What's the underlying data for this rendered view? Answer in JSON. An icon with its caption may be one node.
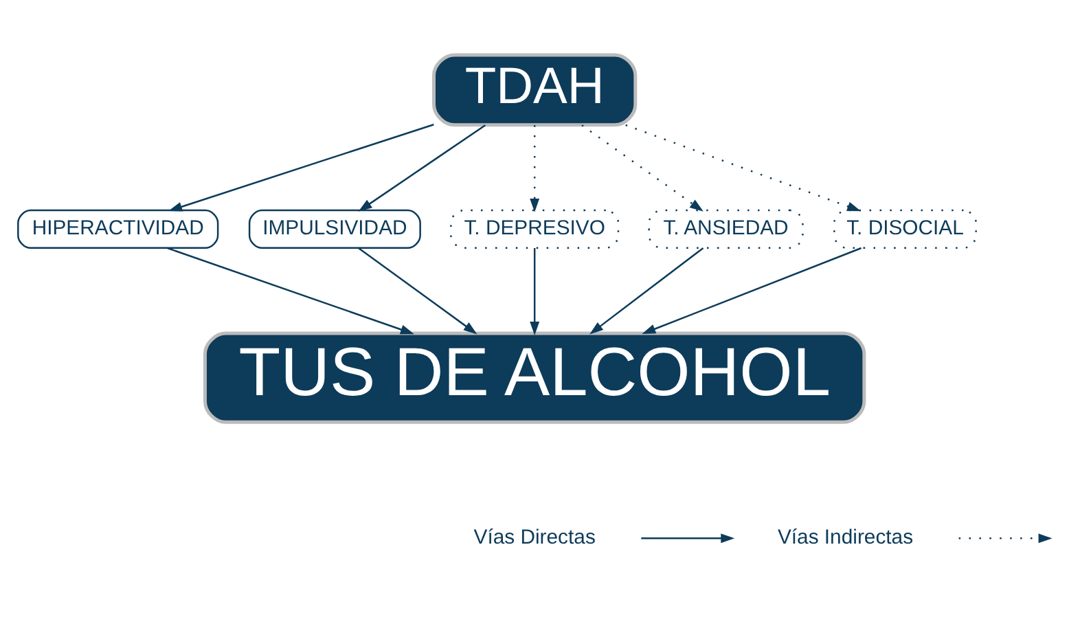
{
  "diagram": {
    "nodes": [
      {
        "text": [
          "TDAH"
        ]
      },
      {
        "text": [
          "HIPERACTIVIDAD"
        ]
      },
      {
        "text": [
          "IMPULSIVIDAD"
        ]
      },
      {
        "text": [
          "T. DEPRESIVO"
        ]
      },
      {
        "text": [
          "T. ANSIEDAD"
        ]
      },
      {
        "text": [
          "T. DISOCIAL"
        ]
      },
      {
        "text": [
          "TUS DE ALCOHOL"
        ]
      }
    ],
    "edges": [
      {
        "from": 0,
        "to": 1,
        "arrow": "to"
      },
      {
        "from": 0,
        "to": 2,
        "arrow": "to"
      },
      {
        "from": 0,
        "to": 3,
        "arrow": "to",
        "style": "dashed"
      },
      {
        "from": 0,
        "to": 4,
        "arrow": "to",
        "style": "dashed"
      },
      {
        "from": 0,
        "to": 5,
        "arrow": "to",
        "style": "dashed"
      },
      {
        "from": 1,
        "to": 6,
        "arrow": "to"
      },
      {
        "from": 2,
        "to": 6,
        "arrow": "to"
      },
      {
        "from": 3,
        "to": 6,
        "arrow": "to"
      },
      {
        "from": 4,
        "to": 6,
        "arrow": "to"
      },
      {
        "from": 5,
        "to": 6,
        "arrow": "to"
      }
    ],
    "legend": [
      {
        "text": "Vías Directas"
      },
      {
        "text": "Vías Indirectas"
      }
    ]
  }
}
